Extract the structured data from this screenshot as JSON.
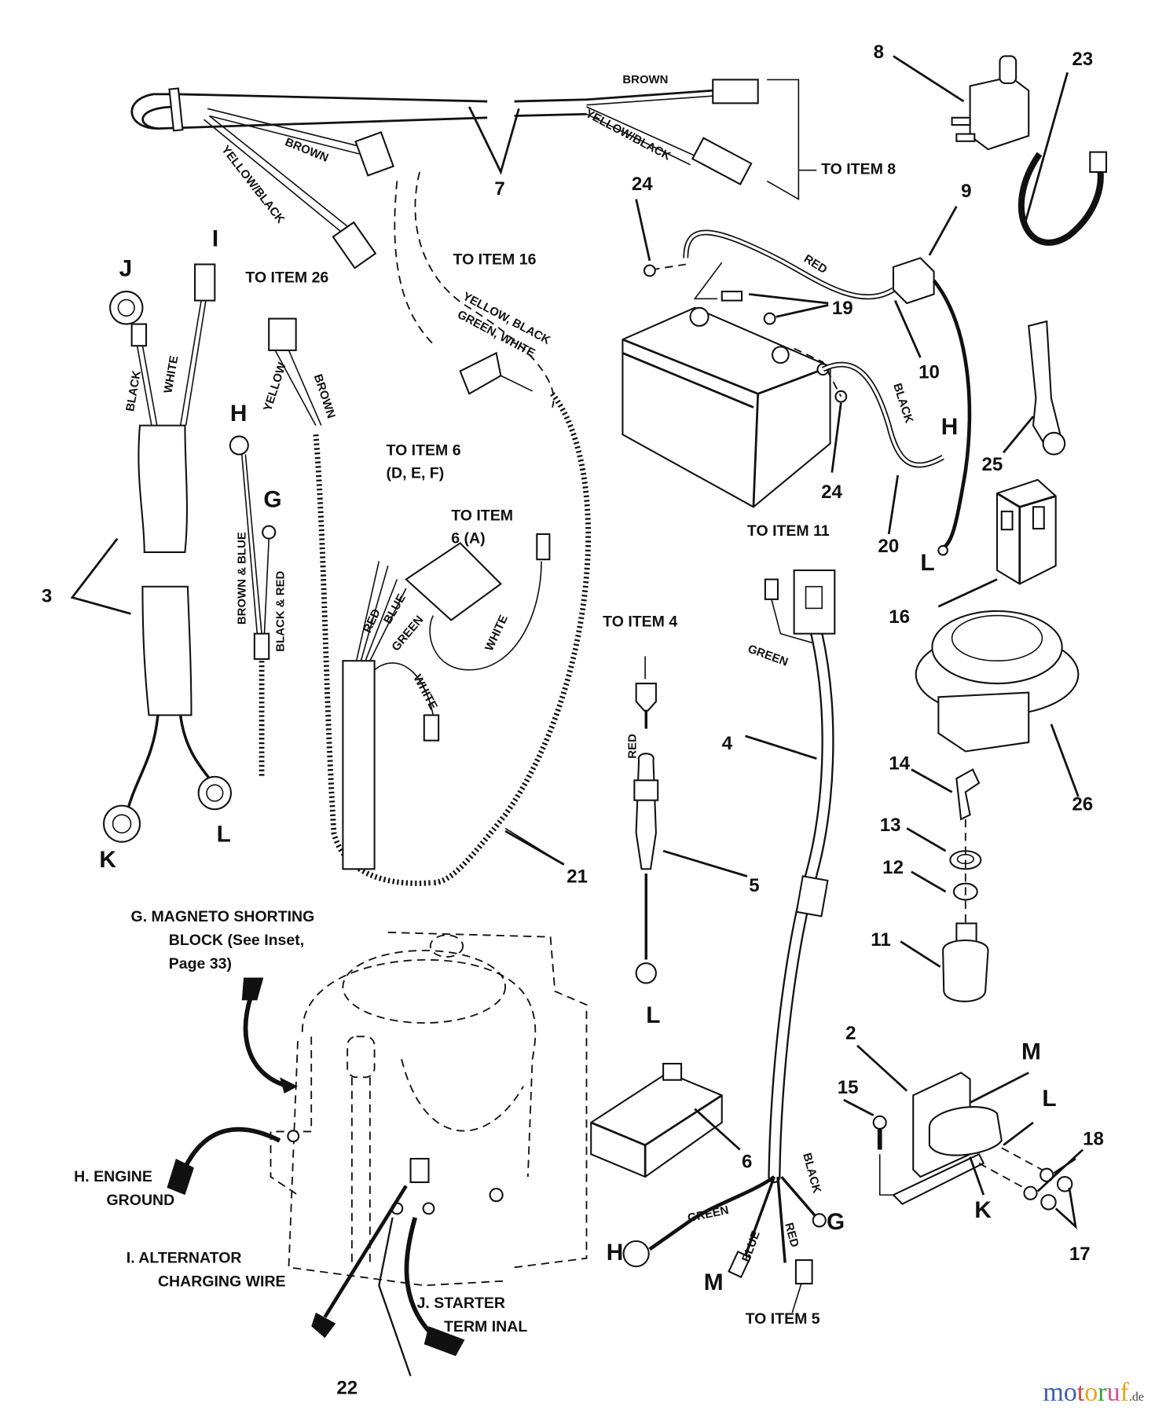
{
  "diagram": {
    "title": "Wiring harness and electrical components parts diagram",
    "callouts": [
      "2",
      "3",
      "4",
      "5",
      "6",
      "7",
      "8",
      "9",
      "10",
      "11",
      "12",
      "13",
      "14",
      "15",
      "16",
      "17",
      "18",
      "19",
      "20",
      "21",
      "22",
      "23",
      "24",
      "24",
      "25",
      "26"
    ],
    "terminal_letters": {
      "J": "J",
      "I": "I",
      "H": "H",
      "G": "G",
      "K": "K",
      "L": "L",
      "M": "M"
    },
    "wire_colors": {
      "brown": "BROWN",
      "yellow_black": "YELLOW/BLACK",
      "black": "BLACK",
      "white": "WHITE",
      "yellow": "YELLOW",
      "brown_blue": "BROWN & BLUE",
      "black_red": "BLACK & RED",
      "red": "RED",
      "blue": "BLUE",
      "green": "GREEN",
      "ygbw_line1": "YELLOW, BLACK",
      "ygbw_line2": "GREEN, WHITE"
    },
    "references": {
      "to_item_8": "TO ITEM 8",
      "to_item_16": "TO ITEM 16",
      "to_item_26": "TO ITEM 26",
      "to_item_6_def_1": "TO ITEM 6",
      "to_item_6_def_2": "(D, E, F)",
      "to_item_6_a_1": "TO ITEM",
      "to_item_6_a_2": "6 (A)",
      "to_item_11": "TO ITEM 11",
      "to_item_4": "TO ITEM 4",
      "to_item_5": "TO ITEM 5"
    },
    "engine_notes": {
      "g_line1": "G.  MAGNETO SHORTING",
      "g_line2": "BLOCK (See Inset,",
      "g_line3": "Page 33)",
      "h_line1": "H.  ENGINE",
      "h_line2": "GROUND",
      "i_line1": "I.  ALTERNATOR",
      "i_line2": "CHARGING WIRE",
      "j_line1": "J.  STARTER",
      "j_line2": "TERM INAL"
    }
  },
  "watermark": {
    "letters": [
      "m",
      "o",
      "t",
      "o",
      "r",
      "u",
      "f"
    ],
    "colors": [
      "#3a5fb0",
      "#3a5fb0",
      "#d8463c",
      "#e9a21f",
      "#3a9b3e",
      "#e24e8c",
      "#e9a21f"
    ],
    "suffix": ".de"
  }
}
